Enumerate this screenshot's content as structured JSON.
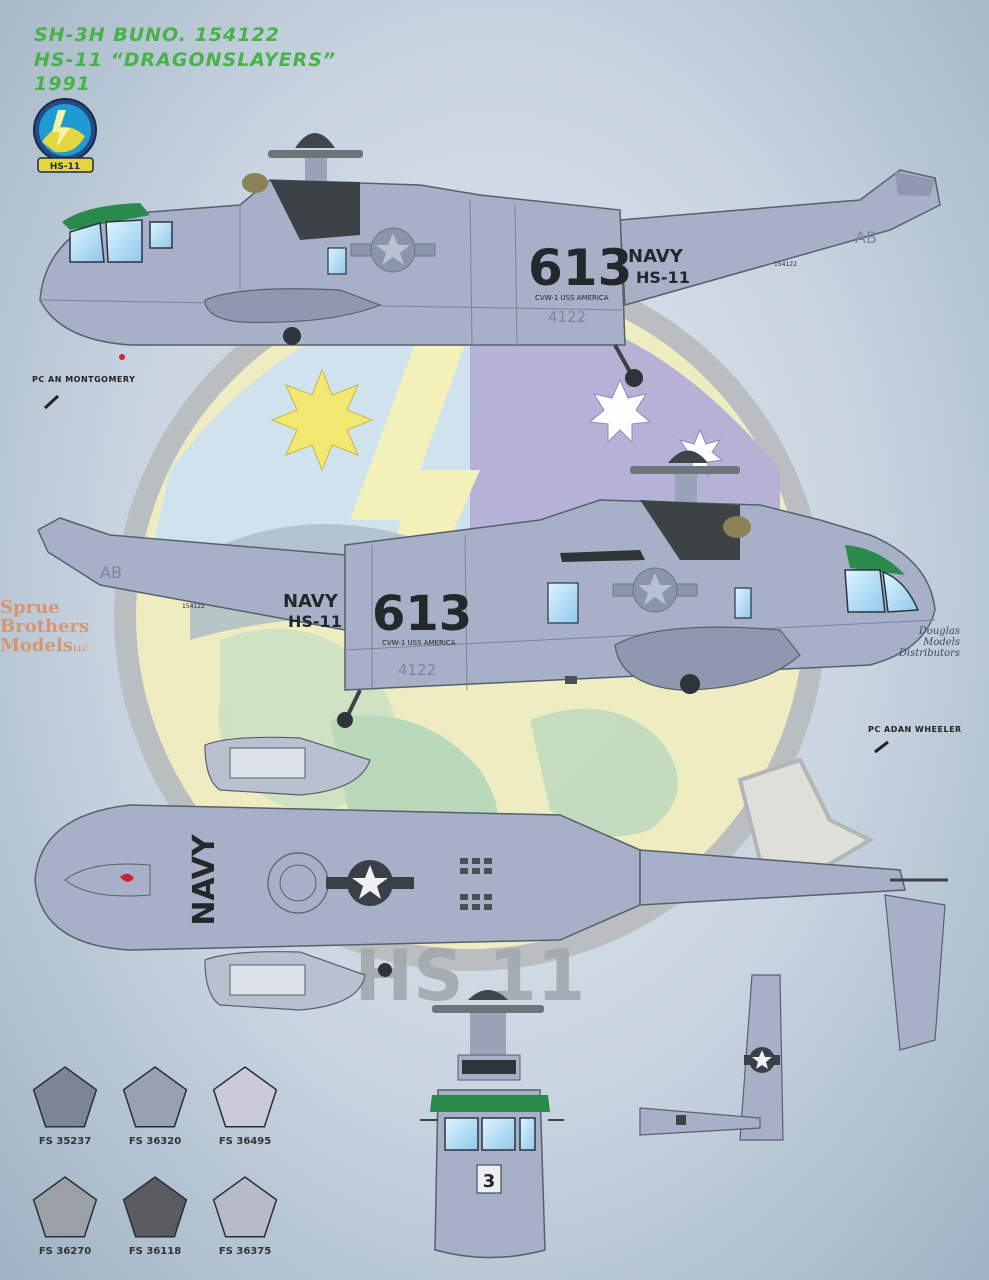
{
  "header": {
    "line1": "SH-3H BUNO. 154122",
    "line2": "HS-11 “DRAGONSLAYERS”",
    "line3": "1991"
  },
  "badge_text": "HS-11",
  "credits": {
    "top": "PC AN MONTGOMERY",
    "middle": "PC ADAN WHEELER"
  },
  "markings": {
    "modex": "613",
    "navy": "NAVY",
    "squadron": "HS-11",
    "buno_short": "154122",
    "tail_code": "AB",
    "fuselage_code": "4122",
    "ship": "CVW-1 USS AMERICA",
    "nose_number": "3",
    "emblem_text": "HS 11"
  },
  "watermarks": {
    "sbm": [
      "Sprue",
      "Brothers",
      "Models"
    ],
    "sbm_suffix": "LLC",
    "dmd": [
      "Douglas",
      "Models",
      "Distributors"
    ]
  },
  "colors": {
    "aircraft_gray": "#a7b0c6",
    "header_green": "#46b248",
    "dark_gray": "#3c4246",
    "canopy_green": "#2a8a4c"
  },
  "swatches": [
    {
      "label": "FS 35237",
      "color": "#7c8596"
    },
    {
      "label": "FS 36320",
      "color": "#98a0b4"
    },
    {
      "label": "FS 36495",
      "color": "#c9cbd8"
    },
    {
      "label": "FS 36270",
      "color": "#9ba0a8"
    },
    {
      "label": "FS 36118",
      "color": "#5a5c62"
    },
    {
      "label": "FS 36375",
      "color": "#b7bbc8"
    }
  ]
}
